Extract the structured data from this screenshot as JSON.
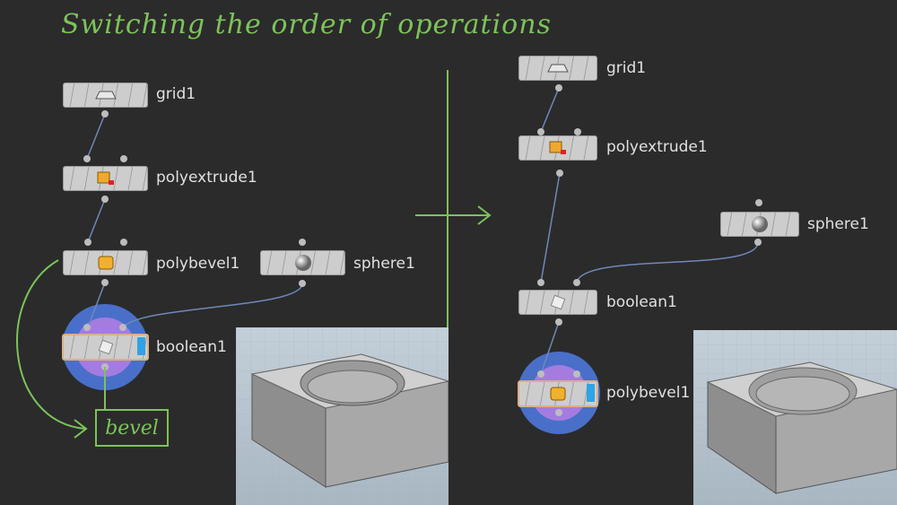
{
  "title": "Switching the order of operations",
  "colors": {
    "background": "#2b2b2b",
    "annotation": "#7cc35a",
    "wire": "#6f88b8",
    "display_flag": "#2ea3e6"
  },
  "left_network": {
    "nodes": [
      {
        "id": "grid1",
        "label": "grid1",
        "icon": "grid-icon"
      },
      {
        "id": "polyextrude1",
        "label": "polyextrude1",
        "icon": "polyextrude-icon"
      },
      {
        "id": "polybevel1",
        "label": "polybevel1",
        "icon": "polybevel-icon"
      },
      {
        "id": "sphere1",
        "label": "sphere1",
        "icon": "sphere-icon"
      },
      {
        "id": "boolean1",
        "label": "boolean1",
        "icon": "boolean-icon",
        "selected": true,
        "display": true
      }
    ],
    "annotation": "bevel"
  },
  "right_network": {
    "nodes": [
      {
        "id": "grid1",
        "label": "grid1",
        "icon": "grid-icon"
      },
      {
        "id": "polyextrude1",
        "label": "polyextrude1",
        "icon": "polyextrude-icon"
      },
      {
        "id": "sphere1",
        "label": "sphere1",
        "icon": "sphere-icon"
      },
      {
        "id": "boolean1",
        "label": "boolean1",
        "icon": "boolean-icon"
      },
      {
        "id": "polybevel1",
        "label": "polybevel1",
        "icon": "polybevel-icon",
        "selected": true,
        "display": true
      }
    ]
  }
}
